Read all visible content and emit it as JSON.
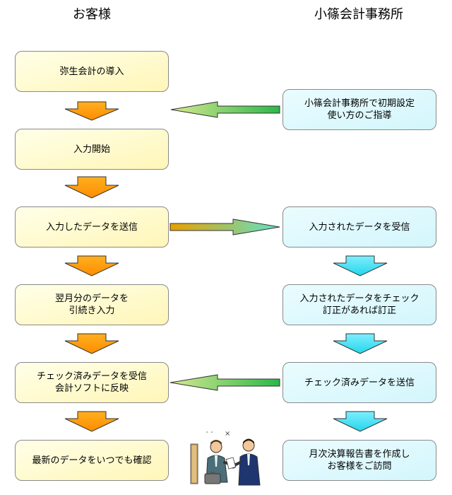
{
  "header": {
    "left_title": "お客様",
    "right_title": "小篠会計事務所"
  },
  "left_steps": [
    {
      "label": "弥生会計の導入"
    },
    {
      "label": "入力開始"
    },
    {
      "label": "入力したデータを送信"
    },
    {
      "label": "翌月分のデータを\n引続き入力"
    },
    {
      "label": "チェック済みデータを受信\n会計ソフトに反映"
    },
    {
      "label": "最新のデータをいつでも確認"
    }
  ],
  "right_steps": [
    {
      "label": "小篠会計事務所で初期設定\n使い方のご指導"
    },
    {
      "label": "入力されたデータを受信"
    },
    {
      "label": "入力されたデータをチェック\n訂正があれば訂正"
    },
    {
      "label": "チェック済みデータを送信"
    },
    {
      "label": "月次決算報告書を作成し\nお客様をご訪問"
    }
  ],
  "colors": {
    "down_arrow_left": "#ff9a00",
    "down_arrow_right": "#33ddee",
    "horizontal_arrow_start": "#e8a000",
    "horizontal_arrow_end": "#5fe3c8"
  },
  "illustration": "business-people-handshake-icon"
}
